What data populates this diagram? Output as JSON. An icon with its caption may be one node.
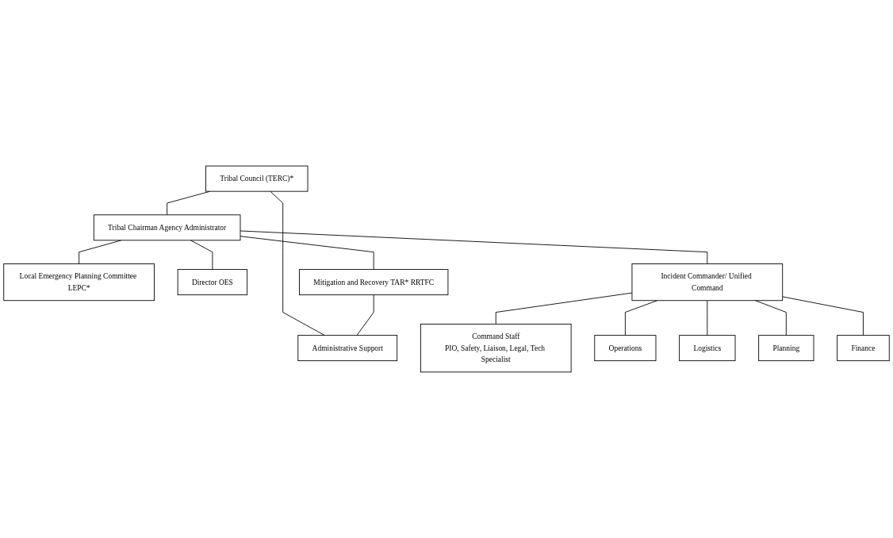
{
  "diagram": {
    "nodes": [
      {
        "text": [
          "Tribal Council (TERC)*"
        ]
      },
      {
        "text": [
          "Tribal Chairman Agency Administrator"
        ]
      },
      {
        "text": [
          "Local Emergency Planning Committee LEPC*"
        ]
      },
      {
        "text": [
          "Director OES"
        ]
      },
      {
        "text": [
          "Mitigation and Recovery TAR* RRTFC"
        ]
      },
      {
        "text": [
          "Incident Commander/ Unified Command"
        ]
      },
      {
        "text": [
          "Administrative Support"
        ]
      },
      {
        "text": [
          "Command Staff",
          "PIO, Safety, Liaison, Legal, Tech Specialist"
        ]
      },
      {
        "text": [
          "Operations"
        ]
      },
      {
        "text": [
          "Logistics"
        ]
      },
      {
        "text": [
          "Planning"
        ]
      },
      {
        "text": [
          "Finance"
        ]
      }
    ],
    "edges": [
      {
        "from": 0,
        "to": 1,
        "arrow": "none"
      },
      {
        "from": 1,
        "to": 2,
        "arrow": "none"
      },
      {
        "from": 1,
        "to": 3,
        "arrow": "none"
      },
      {
        "from": 1,
        "to": 4,
        "arrow": "none"
      },
      {
        "from": 1,
        "to": 5,
        "arrow": "none"
      },
      {
        "from": 0,
        "to": 6,
        "arrow": "none"
      },
      {
        "from": 4,
        "to": 6,
        "arrow": "none"
      },
      {
        "from": 5,
        "to": 7,
        "arrow": "none"
      },
      {
        "from": 5,
        "to": 8,
        "arrow": "none"
      },
      {
        "from": 5,
        "to": 9,
        "arrow": "none"
      },
      {
        "from": 5,
        "to": 10,
        "arrow": "none"
      },
      {
        "from": 5,
        "to": 11,
        "arrow": "none"
      }
    ]
  }
}
